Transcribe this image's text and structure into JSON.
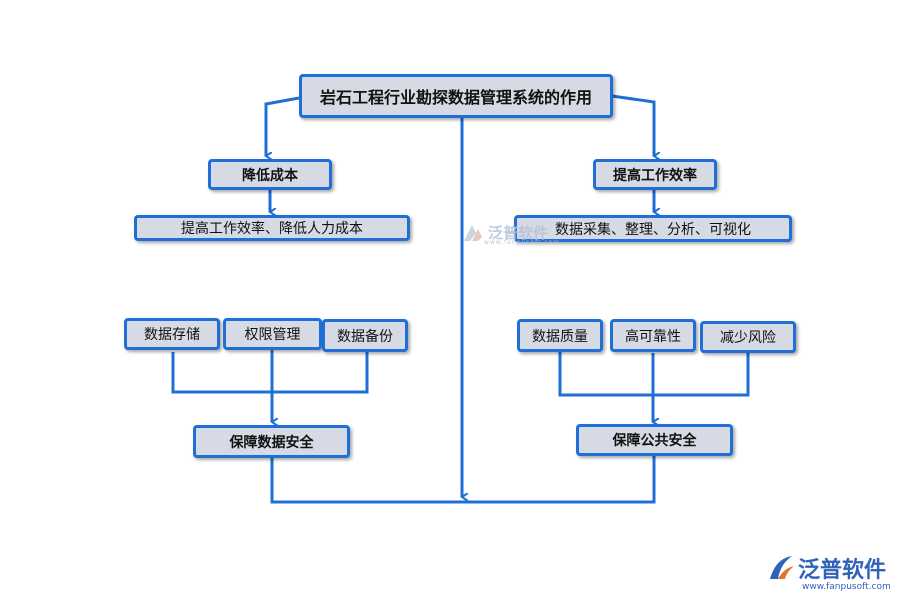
{
  "title": "岩石工程行业勘探数据管理系统的作用",
  "left": {
    "heading": "降低成本",
    "detail": "提高工作效率、降低人力成本",
    "items": [
      "数据存储",
      "权限管理",
      "数据备份"
    ],
    "result": "保障数据安全"
  },
  "right": {
    "heading": "提高工作效率",
    "detail": "数据采集、整理、分析、可视化",
    "items": [
      "数据质量",
      "高可靠性",
      "减少风险"
    ],
    "result": "保障公共安全"
  },
  "watermark": {
    "brand": "泛普软件",
    "url": "www.fanpusoft.com"
  },
  "colors": {
    "line": "#1f6fd6",
    "box_fill": "#d6dae4",
    "brand": "#2f62b8"
  },
  "icons": [
    "fanpu-logo-icon"
  ]
}
